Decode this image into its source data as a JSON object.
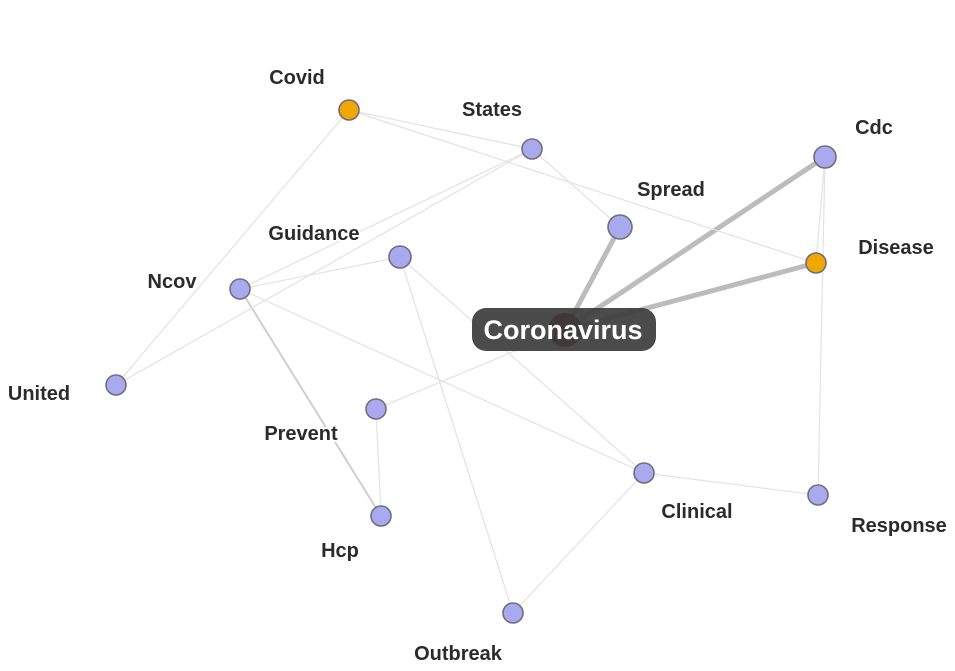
{
  "graph": {
    "center": "Coronavirus",
    "nodes": [
      {
        "id": "coronavirus",
        "label": "Coronavirus",
        "color": "#7a2222",
        "center": true
      },
      {
        "id": "covid",
        "label": "Covid",
        "color": "#f0a800"
      },
      {
        "id": "states",
        "label": "States",
        "color": "#a9a9f0"
      },
      {
        "id": "cdc",
        "label": "Cdc",
        "color": "#a9a9f0"
      },
      {
        "id": "spread",
        "label": "Spread",
        "color": "#a9a9f0"
      },
      {
        "id": "guidance",
        "label": "Guidance",
        "color": "#a9a9f0"
      },
      {
        "id": "disease",
        "label": "Disease",
        "color": "#f0a800"
      },
      {
        "id": "ncov",
        "label": "Ncov",
        "color": "#a9a9f0"
      },
      {
        "id": "united",
        "label": "United",
        "color": "#a9a9f0"
      },
      {
        "id": "prevent",
        "label": "Prevent",
        "color": "#a9a9f0"
      },
      {
        "id": "clinical",
        "label": "Clinical",
        "color": "#a9a9f0"
      },
      {
        "id": "response",
        "label": "Response",
        "color": "#a9a9f0"
      },
      {
        "id": "hcp",
        "label": "Hcp",
        "color": "#a9a9f0"
      },
      {
        "id": "outbreak",
        "label": "Outbreak",
        "color": "#a9a9f0"
      }
    ],
    "edges": [
      {
        "source": "coronavirus",
        "target": "cdc",
        "weight": 3
      },
      {
        "source": "coronavirus",
        "target": "disease",
        "weight": 3
      },
      {
        "source": "coronavirus",
        "target": "spread",
        "weight": 3
      },
      {
        "source": "coronavirus",
        "target": "prevent",
        "weight": 1
      },
      {
        "source": "covid",
        "target": "states",
        "weight": 1
      },
      {
        "source": "covid",
        "target": "disease",
        "weight": 1
      },
      {
        "source": "covid",
        "target": "united",
        "weight": 1
      },
      {
        "source": "states",
        "target": "ncov",
        "weight": 1
      },
      {
        "source": "states",
        "target": "spread",
        "weight": 1
      },
      {
        "source": "cdc",
        "target": "disease",
        "weight": 1
      },
      {
        "source": "cdc",
        "target": "response",
        "weight": 1
      },
      {
        "source": "ncov",
        "target": "guidance",
        "weight": 1
      },
      {
        "source": "ncov",
        "target": "hcp",
        "weight": 2
      },
      {
        "source": "ncov",
        "target": "clinical",
        "weight": 1
      },
      {
        "source": "united",
        "target": "states",
        "weight": 1
      },
      {
        "source": "guidance",
        "target": "clinical",
        "weight": 1
      },
      {
        "source": "guidance",
        "target": "outbreak",
        "weight": 1
      },
      {
        "source": "prevent",
        "target": "hcp",
        "weight": 1
      },
      {
        "source": "clinical",
        "target": "response",
        "weight": 1
      },
      {
        "source": "clinical",
        "target": "outbreak",
        "weight": 1
      }
    ]
  }
}
